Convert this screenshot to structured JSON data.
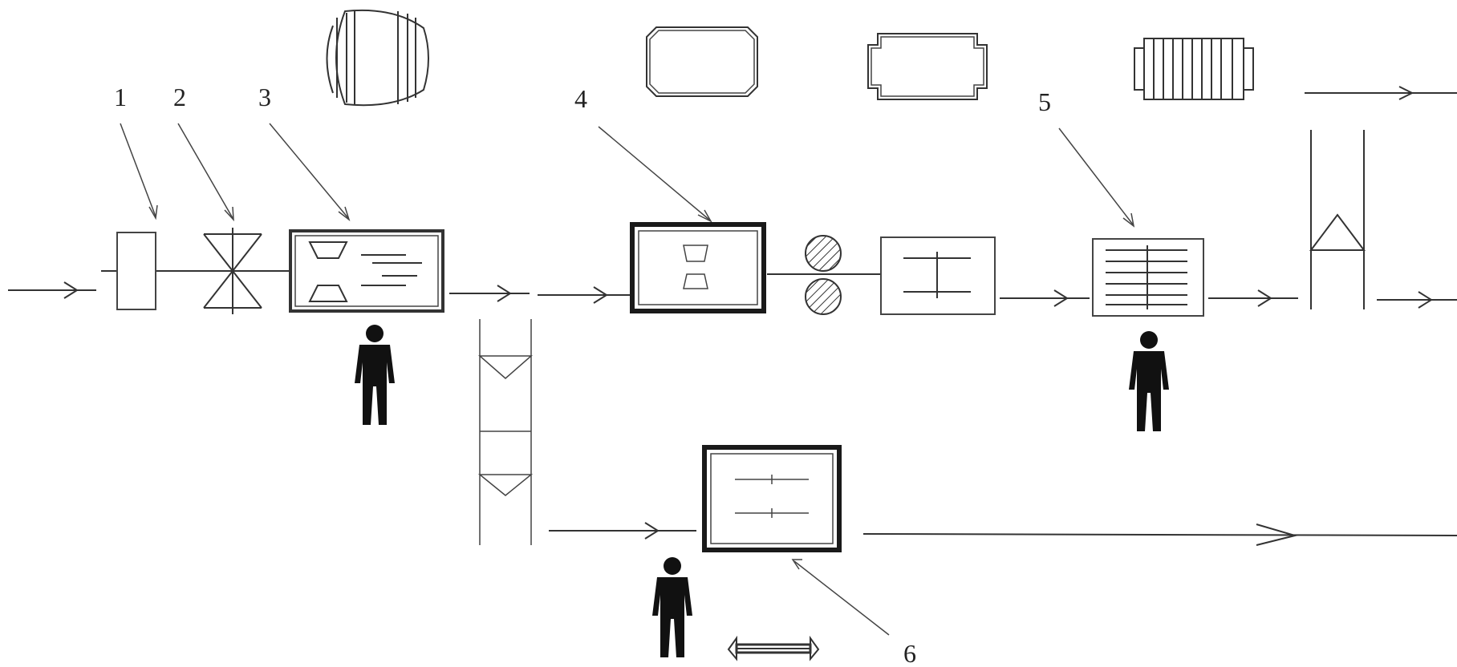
{
  "labels": {
    "l1": "1",
    "l2": "2",
    "l3": "3",
    "l4": "4",
    "l5": "5",
    "l6": "6"
  },
  "icons": [
    "arrow-icon",
    "person-icon",
    "double-arrow-icon",
    "hatched-roll-icon",
    "wire-bundle-icon",
    "section-profile-icon"
  ],
  "colors": {
    "ink": "#222222",
    "background": "#ffffff"
  }
}
